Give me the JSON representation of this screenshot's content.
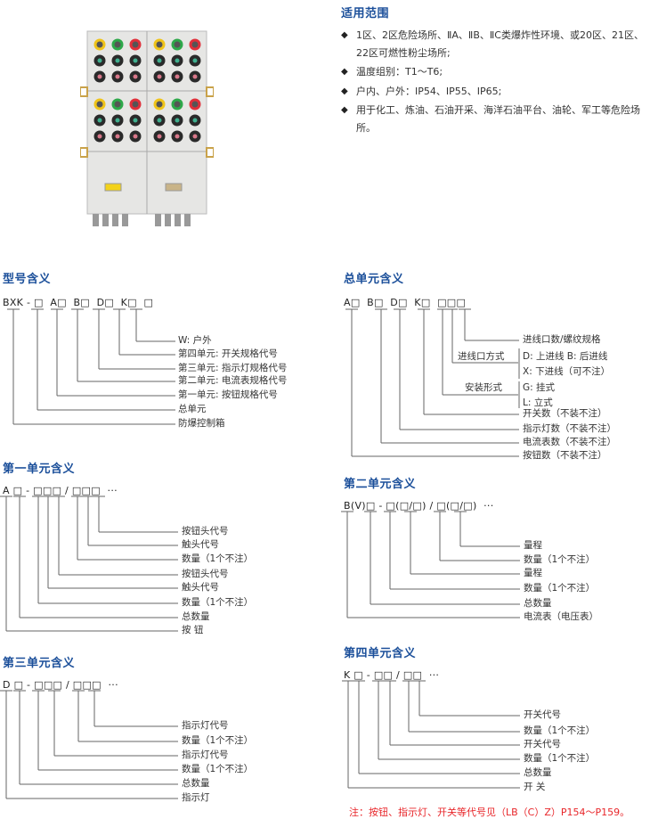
{
  "scope": {
    "title": "适用范围",
    "items": [
      "1区、2区危险场所、ⅡA、ⅡB、ⅡC类爆炸性环境、或20区、21区、22区可燃性粉尘场所;",
      "温度组别：T1～T6;",
      "户内、户外：IP54、IP55、IP65;",
      "用于化工、炼油、石油开采、海洋石油平台、油轮、军工等危险场所。"
    ],
    "bullet_icon": "diamond-bullet"
  },
  "model": {
    "title": "型号含义",
    "code": "BXK - □  A□  B□  D□  K□  □",
    "labels": [
      "W:  户外",
      "第四单元:  开关规格代号",
      "第三单元:  指示灯规格代号",
      "第二单元:  电流表规格代号",
      "第一单元:  按钮规格代号",
      "总单元",
      "防爆控制箱"
    ]
  },
  "total": {
    "title": "总单元含义",
    "code": "A□  B□  D□  K□  □□□",
    "labels": [
      "进线口数/螺纹规格",
      "开关数（不装不注）",
      "指示灯数（不装不注）",
      "电流表数（不装不注）",
      "按钮数（不装不注）"
    ],
    "entry_group": {
      "name": "进线口方式",
      "options": [
        "D:  上进线     B:  后进线",
        "X:  下进线（可不注）"
      ]
    },
    "mount_group": {
      "name": "安装形式",
      "options": [
        "G:  挂式",
        "L:  立式"
      ]
    }
  },
  "unit1": {
    "title": "第一单元含义",
    "code": "A □ - □□□ / □□□  ···",
    "labels": [
      "按钮头代号",
      "触头代号",
      "数量（1个不注）",
      "按钮头代号",
      "触头代号",
      "数量（1个不注）",
      "总数量",
      "按    钮"
    ]
  },
  "unit2": {
    "title": "第二单元含义",
    "code": "B(V)□ - □(□/□) / □(□/□)  ···",
    "labels": [
      "量程",
      "数量（1个不注）",
      "量程",
      "数量（1个不注）",
      "总数量",
      "电流表（电压表）"
    ]
  },
  "unit3": {
    "title": "第三单元含义",
    "code": "D □ - □□□ / □□□  ···",
    "labels": [
      "指示灯代号",
      "数量（1个不注）",
      "指示灯代号",
      "数量（1个不注）",
      "总数量",
      "指示灯"
    ]
  },
  "unit4": {
    "title": "第四单元含义",
    "code": "K □ - □□ / □□  ···",
    "labels": [
      "开关代号",
      "数量（1个不注）",
      "开关代号",
      "数量（1个不注）",
      "总数量",
      "开    关"
    ]
  },
  "note": "注：按钮、指示灯、开关等代号见（LB（C）Z）P154～P159。",
  "colors": {
    "title": "#1b4f9a",
    "note": "#e8262a",
    "lines": "#666666"
  }
}
